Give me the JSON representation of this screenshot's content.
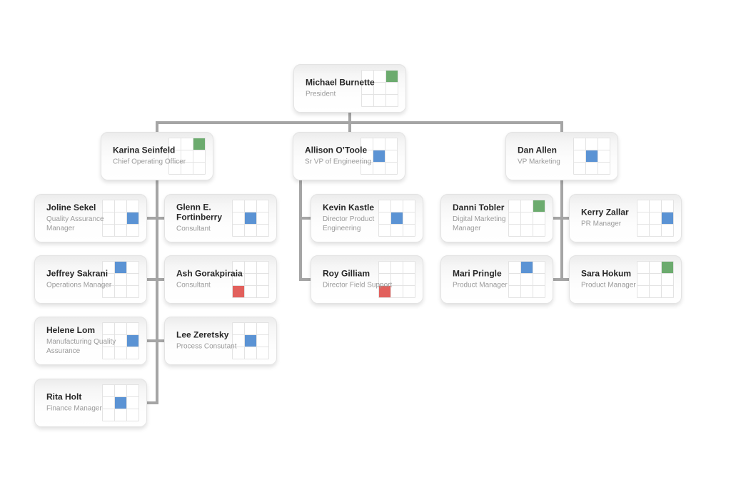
{
  "diagram": {
    "type": "org-chart",
    "levels": 3,
    "connector_color": "#A5A5A5",
    "card_background": "#F4F4F4"
  },
  "status_colors": {
    "green": "#6CAB6E",
    "blue": "#5B93D4",
    "red": "#E2605C"
  },
  "people": [
    {
      "name": "Michael Burnette",
      "title": "President",
      "status": "green",
      "marker_cell": [
        0,
        2
      ],
      "reports_to": null
    },
    {
      "name": "Karina Seinfeld",
      "title": "Chief Operating Officer",
      "status": "green",
      "marker_cell": [
        0,
        2
      ],
      "reports_to": "Michael Burnette"
    },
    {
      "name": "Allison O’Toole",
      "title": "Sr VP of Engineering",
      "status": "blue",
      "marker_cell": [
        1,
        1
      ],
      "reports_to": "Michael Burnette"
    },
    {
      "name": "Dan Allen",
      "title": "VP Marketing",
      "status": "blue",
      "marker_cell": [
        1,
        1
      ],
      "reports_to": "Michael Burnette"
    },
    {
      "name": "Joline Sekel",
      "title": "Quality Assurance Manager",
      "status": "blue",
      "marker_cell": [
        1,
        2
      ],
      "reports_to": "Karina Seinfeld"
    },
    {
      "name": "Jeffrey Sakrani",
      "title": "Operations Manager",
      "status": "blue",
      "marker_cell": [
        0,
        1
      ],
      "reports_to": "Karina Seinfeld"
    },
    {
      "name": "Helene Lom",
      "title": "Manufacturing Quality Assurance",
      "status": "blue",
      "marker_cell": [
        1,
        2
      ],
      "reports_to": "Karina Seinfeld"
    },
    {
      "name": "Rita Holt",
      "title": "Finance Manager",
      "status": "blue",
      "marker_cell": [
        1,
        1
      ],
      "reports_to": "Karina Seinfeld"
    },
    {
      "name": "Glenn E. Fortinberry",
      "title": "Consultant",
      "status": "blue",
      "marker_cell": [
        1,
        1
      ],
      "reports_to": "Karina Seinfeld"
    },
    {
      "name": "Ash Gorakpiraia",
      "title": "Consultant",
      "status": "red",
      "marker_cell": [
        2,
        0
      ],
      "reports_to": "Karina Seinfeld"
    },
    {
      "name": "Lee Zeretsky",
      "title": "Process Consutant",
      "status": "blue",
      "marker_cell": [
        1,
        1
      ],
      "reports_to": "Karina Seinfeld"
    },
    {
      "name": "Kevin Kastle",
      "title": "Director Product Engineering",
      "status": "blue",
      "marker_cell": [
        1,
        1
      ],
      "reports_to": "Allison O’Toole"
    },
    {
      "name": "Roy Gilliam",
      "title": "Director Field Support",
      "status": "red",
      "marker_cell": [
        2,
        0
      ],
      "reports_to": "Allison O’Toole"
    },
    {
      "name": "Danni Tobler",
      "title": "Digital Marketing Manager",
      "status": "green",
      "marker_cell": [
        0,
        2
      ],
      "reports_to": "Dan Allen"
    },
    {
      "name": "Mari Pringle",
      "title": "Product Manager",
      "status": "blue",
      "marker_cell": [
        0,
        1
      ],
      "reports_to": "Dan Allen"
    },
    {
      "name": "Kerry Zallar",
      "title": "PR Manager",
      "status": "blue",
      "marker_cell": [
        1,
        2
      ],
      "reports_to": "Dan Allen"
    },
    {
      "name": "Sara Hokum",
      "title": "Product Manager",
      "status": "green",
      "marker_cell": [
        0,
        2
      ],
      "reports_to": "Dan Allen"
    }
  ]
}
